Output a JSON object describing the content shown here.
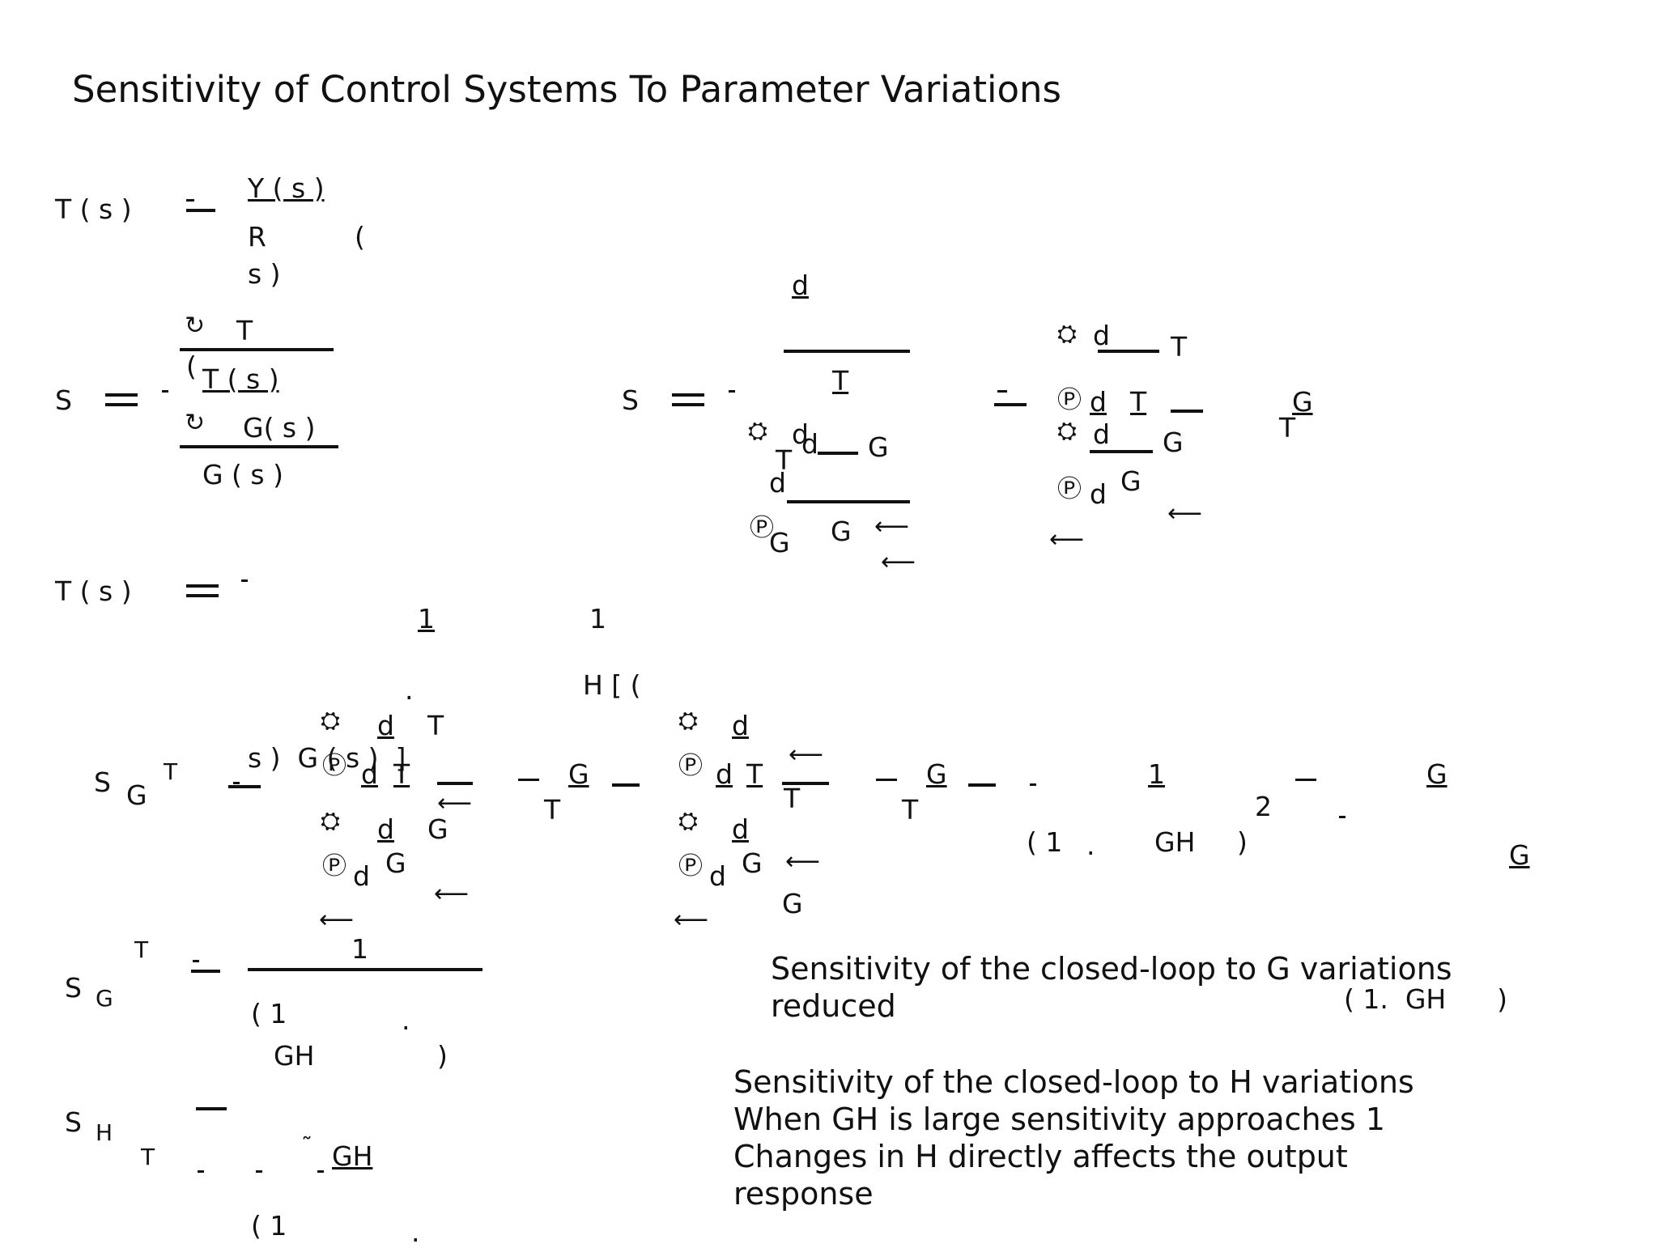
{
  "title": "Sensitivity of Control Systems To Parameter Variations",
  "symbols": {
    "T": "T",
    "s": "s",
    "S": "S",
    "G": "G",
    "H": "H",
    "Y": "Y",
    "R": "R",
    "d": "d",
    "GH": "GH",
    "one": "1",
    "two": "2",
    "lparen": "(",
    "rparen": ")",
    "lbrack": "[",
    "rbrack": "]",
    "dot": ".",
    "tilde": "˜",
    "eq": "=",
    "minus": "-",
    "Ts": "T ( s )",
    "Ys": "Y ( s )",
    "Gs": "G ( s )",
    "Gs2": "G( s )",
    "Ts_tight": "T ( s )",
    "s_rp": "s )",
    "open1": "( 1",
    "H_brack": "H [ (",
    "s_rp_G": "s )  G ( s )  ]"
  },
  "notes": {
    "g_line1": "Sensitivity of the closed-loop to G variations",
    "g_line2": "reduced",
    "g_denominator": "( 1.  GH      )",
    "h_line1": "Sensitivity of the closed-loop to H variations",
    "h_line2": "When GH is large sensitivity approaches 1",
    "h_line3": "Changes in H directly affects the output",
    "h_line4": "response"
  },
  "icons": [
    "partial-derivative-icon",
    "arrow-glyph-icon",
    "circled-p-icon"
  ]
}
